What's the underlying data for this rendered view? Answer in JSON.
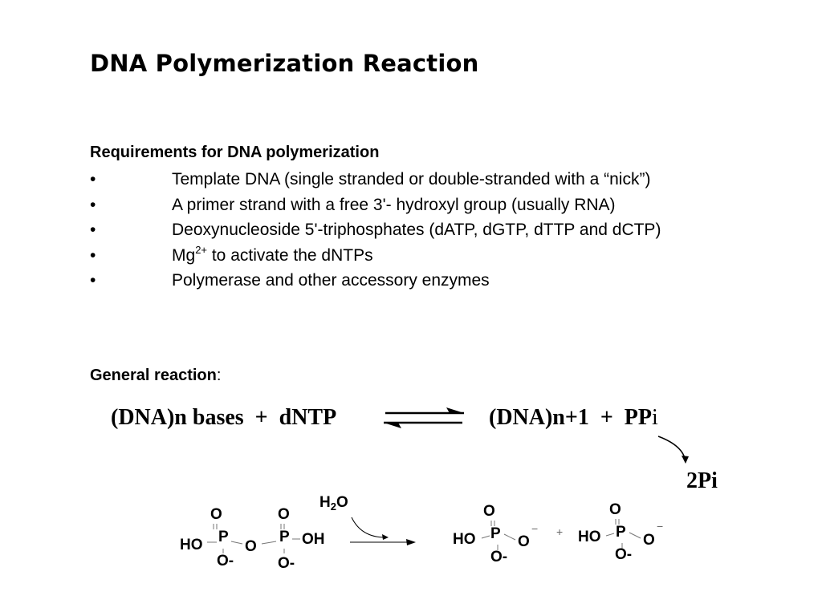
{
  "slide": {
    "title": "DNA Polymerization Reaction",
    "requirements_heading": "Requirements for DNA polymerization",
    "bullet_char": "•",
    "bullets": [
      "Template DNA  (single stranded or double-stranded with a “nick”)",
      "A primer strand with a free 3'- hydroxyl group (usually RNA)",
      "Deoxynucleoside 5'-triphosphates (dATP, dGTP, dTTP and dCTP)",
      {
        "pre": "Mg",
        "sup": "2+",
        "post": " to activate the dNTPs"
      },
      "Polymerase and other accessory enzymes"
    ],
    "general_reaction_label": "General reaction",
    "general_reaction_colon": ":"
  },
  "equation": {
    "left": "(DNA)n bases  +  dNTP",
    "right_main": "(DNA)n+1  +  PP",
    "right_i": "i",
    "product": "2Pi"
  },
  "pyrophosphate": {
    "p1_O_top": "O",
    "p1_P": "P",
    "p1_HO": "HO",
    "p1_O_bottom": "O-",
    "bridge_O": "O",
    "p2_O_top": "O",
    "p2_P": "P",
    "p2_OH": "OH",
    "p2_O_bottom": "O-",
    "water_H": "H",
    "water_2": "2",
    "water_O": "O",
    "prod1_O_top": "O",
    "prod1_HO": "HO",
    "prod1_P": "P",
    "prod1_O_right": "O",
    "prod1_O_bottom": "O-",
    "prod1_charge": "−",
    "plus": "+",
    "prod2_O_top": "O",
    "prod2_HO": "HO",
    "prod2_P": "P",
    "prod2_O_right": "O",
    "prod2_O_bottom": "O-",
    "prod2_charge": "−"
  }
}
